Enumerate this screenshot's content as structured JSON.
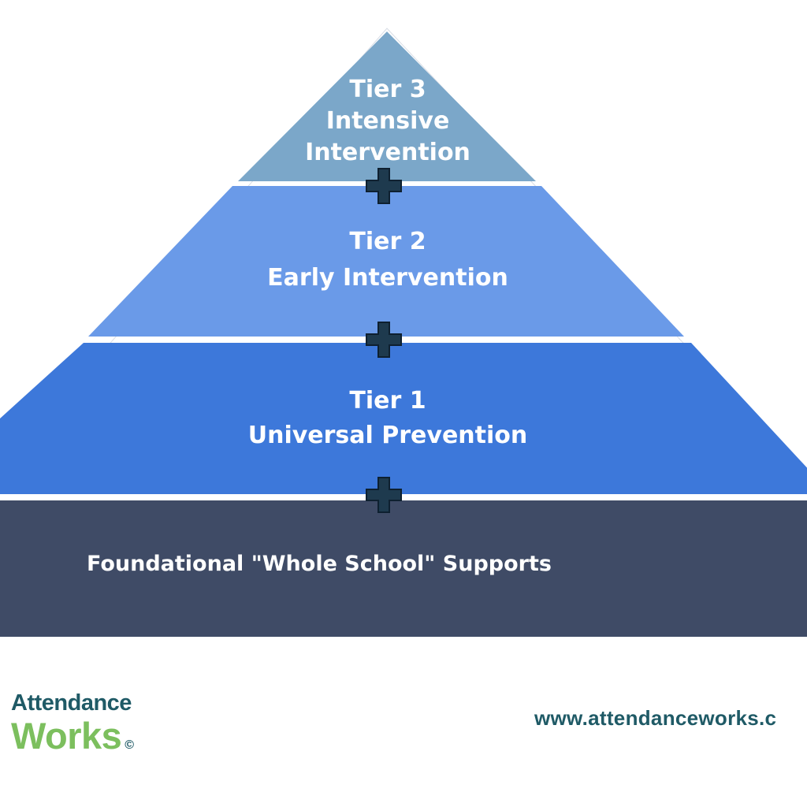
{
  "colors": {
    "tier3": "#7ba7c9",
    "tier2": "#6a9ae8",
    "tier1": "#3d78da",
    "foundation": "#3f4b66",
    "plus": "#1e3a4e",
    "plus_edge": "#0e2030",
    "logo_dark": "#1f5a66",
    "logo_green": "#7cbf5e"
  },
  "tiers": [
    {
      "id": "tier3",
      "lines": [
        "Tier 3",
        "Intensive",
        "Intervention"
      ]
    },
    {
      "id": "tier2",
      "lines": [
        "Tier 2",
        "Early Intervention"
      ]
    },
    {
      "id": "tier1",
      "lines": [
        "Tier 1",
        "Universal Prevention"
      ]
    }
  ],
  "foundation": {
    "label": "Foundational \"Whole School\" Supports"
  },
  "icons": [
    "plus-icon",
    "plus-icon",
    "plus-icon"
  ],
  "logo": {
    "line1": "Attendance",
    "line2": "Works",
    "copyright": "©"
  },
  "website": "www.attendanceworks.c"
}
